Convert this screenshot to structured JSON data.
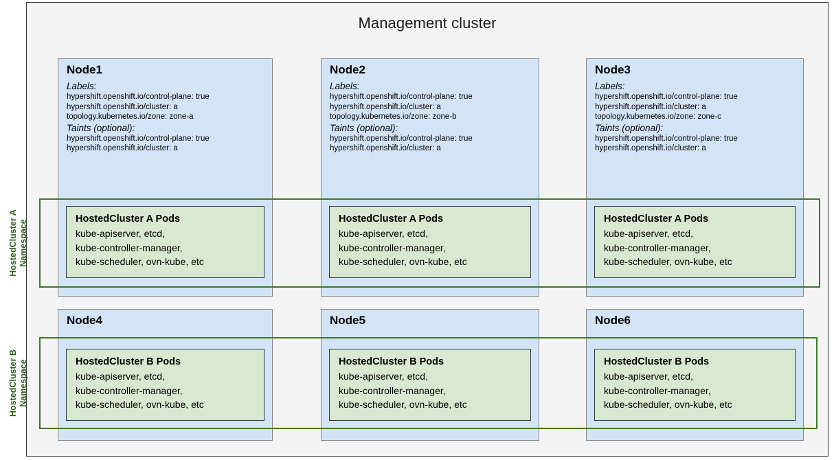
{
  "diagram": {
    "title": "Management cluster",
    "colors": {
      "frame_bg": "#f4f4f4",
      "node_fill": "#d4e4f7",
      "pod_fill": "#d9e8d0",
      "namespace_green": "#3c7a26",
      "caption_green": "#2c5e1a",
      "pod_border": "#2d3b43"
    }
  },
  "labels_heading": "Labels:",
  "taints_heading": "Taints (optional):",
  "nodes": [
    {
      "name": "Node1",
      "labels_heading": "Labels:",
      "labels": [
        "hypershift.openshift.io/control-plane: true",
        "hypershift.openshift.io/cluster: a",
        "topology.kubernetes.io/zone: zone-a"
      ],
      "taints_heading": "Taints (optional):",
      "taints": [
        "hypershift.openshift.io/control-plane: true",
        "hypershift.openshift.io/cluster: a"
      ],
      "has_details": true
    },
    {
      "name": "Node2",
      "labels_heading": "Labels:",
      "labels": [
        "hypershift.openshift.io/control-plane: true",
        "hypershift.openshift.io/cluster: a",
        "topology.kubernetes.io/zone: zone-b"
      ],
      "taints_heading": "Taints (optional):",
      "taints": [
        "hypershift.openshift.io/control-plane: true",
        "hypershift.openshift.io/cluster: a"
      ],
      "has_details": true
    },
    {
      "name": "Node3",
      "labels_heading": "Labels:",
      "labels": [
        "hypershift.openshift.io/control-plane: true",
        "hypershift.openshift.io/cluster: a",
        "topology.kubernetes.io/zone: zone-c"
      ],
      "taints_heading": "Taints (optional):",
      "taints": [
        "hypershift.openshift.io/control-plane: true",
        "hypershift.openshift.io/cluster: a"
      ],
      "has_details": true
    },
    {
      "name": "Node4",
      "labels": [],
      "taints": [],
      "has_details": false
    },
    {
      "name": "Node5",
      "labels": [],
      "taints": [],
      "has_details": false
    },
    {
      "name": "Node6",
      "labels": [],
      "taints": [],
      "has_details": false
    }
  ],
  "pods": {
    "a": {
      "title": "HostedCluster A Pods",
      "lines": [
        "kube-apiserver, etcd,",
        "kube-controller-manager,",
        "kube-scheduler, ovn-kube, etc"
      ]
    },
    "b": {
      "title": "HostedCluster B Pods",
      "lines": [
        "kube-apiserver, etcd,",
        "kube-controller-manager,",
        "kube-scheduler, ovn-kube, etc"
      ]
    }
  },
  "namespaces": [
    {
      "id": "a",
      "line1": "HostedCluster A",
      "line2": "Namespace"
    },
    {
      "id": "b",
      "line1": "HostedCluster B",
      "line2": "Namespace"
    }
  ]
}
